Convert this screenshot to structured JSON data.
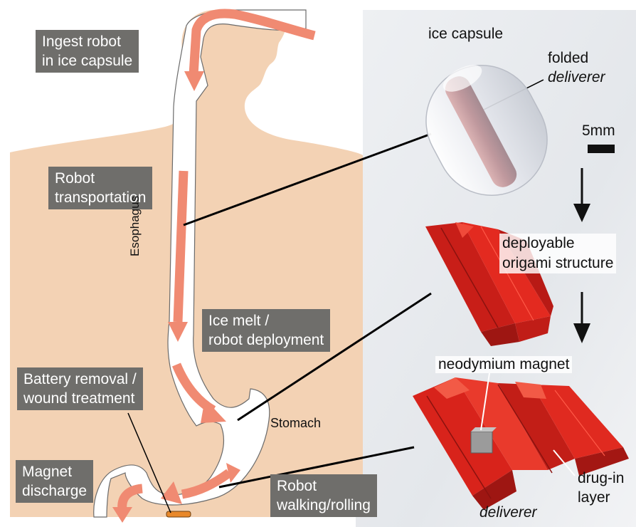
{
  "left_panel": {
    "step_labels": {
      "ingest": [
        "Ingest robot",
        "in ice capsule"
      ],
      "transport": [
        "Robot",
        "transportation"
      ],
      "melt": [
        "Ice melt /",
        "robot deployment"
      ],
      "battery": [
        "Battery removal /",
        "wound treatment"
      ],
      "magnet": [
        "Magnet",
        "discharge"
      ],
      "walking": [
        "Robot",
        "walking/rolling"
      ]
    },
    "anatomy_labels": {
      "esophagus": "Esophagus",
      "stomach": "Stomach"
    }
  },
  "right_panel": {
    "ice_capsule": "ice capsule",
    "folded_deliverer": [
      "folded",
      "deliverer"
    ],
    "scale_bar": "5mm",
    "origami": [
      "deployable",
      "origami structure"
    ],
    "magnet": "neodymium magnet",
    "drug_layer": [
      "drug-in",
      "layer"
    ],
    "deliverer": "deliverer"
  },
  "colors": {
    "skin": "#f3d2b4",
    "arrow": "#f08a72",
    "robot_red": "#e0241b",
    "label_box": "#6f6e6b"
  }
}
